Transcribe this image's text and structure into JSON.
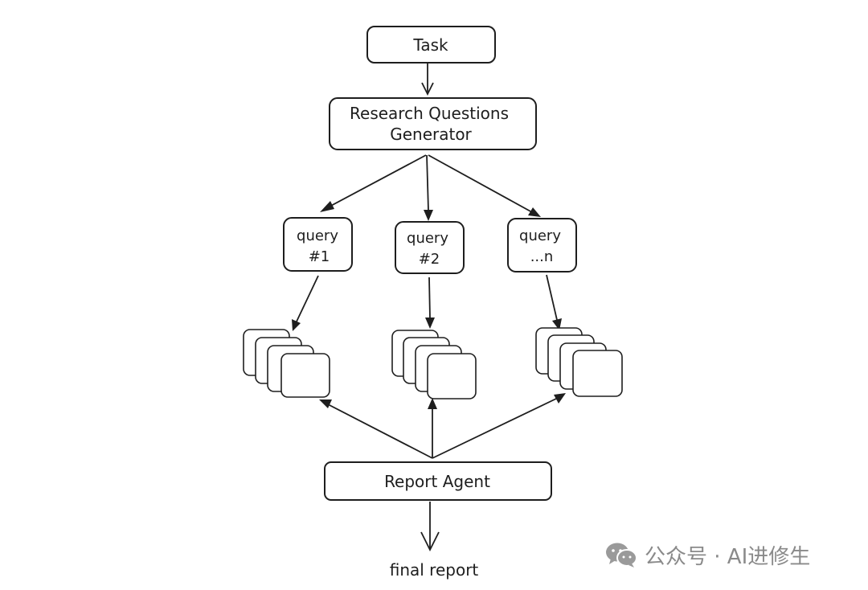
{
  "nodes": {
    "task": "Task",
    "generator_line1": "Research Questions",
    "generator_line2": "Generator",
    "query1_line1": "query",
    "query1_line2": "#1",
    "query2_line1": "query",
    "query2_line2": "#2",
    "queryn_line1": "query",
    "queryn_line2": "...n",
    "report_agent": "Report Agent",
    "final_report": "final report"
  },
  "watermark": {
    "icon": "wechat-icon",
    "text": "公众号 · AI进修生"
  },
  "colors": {
    "stroke": "#1e1e1e",
    "watermark": "#8a8a8a"
  }
}
